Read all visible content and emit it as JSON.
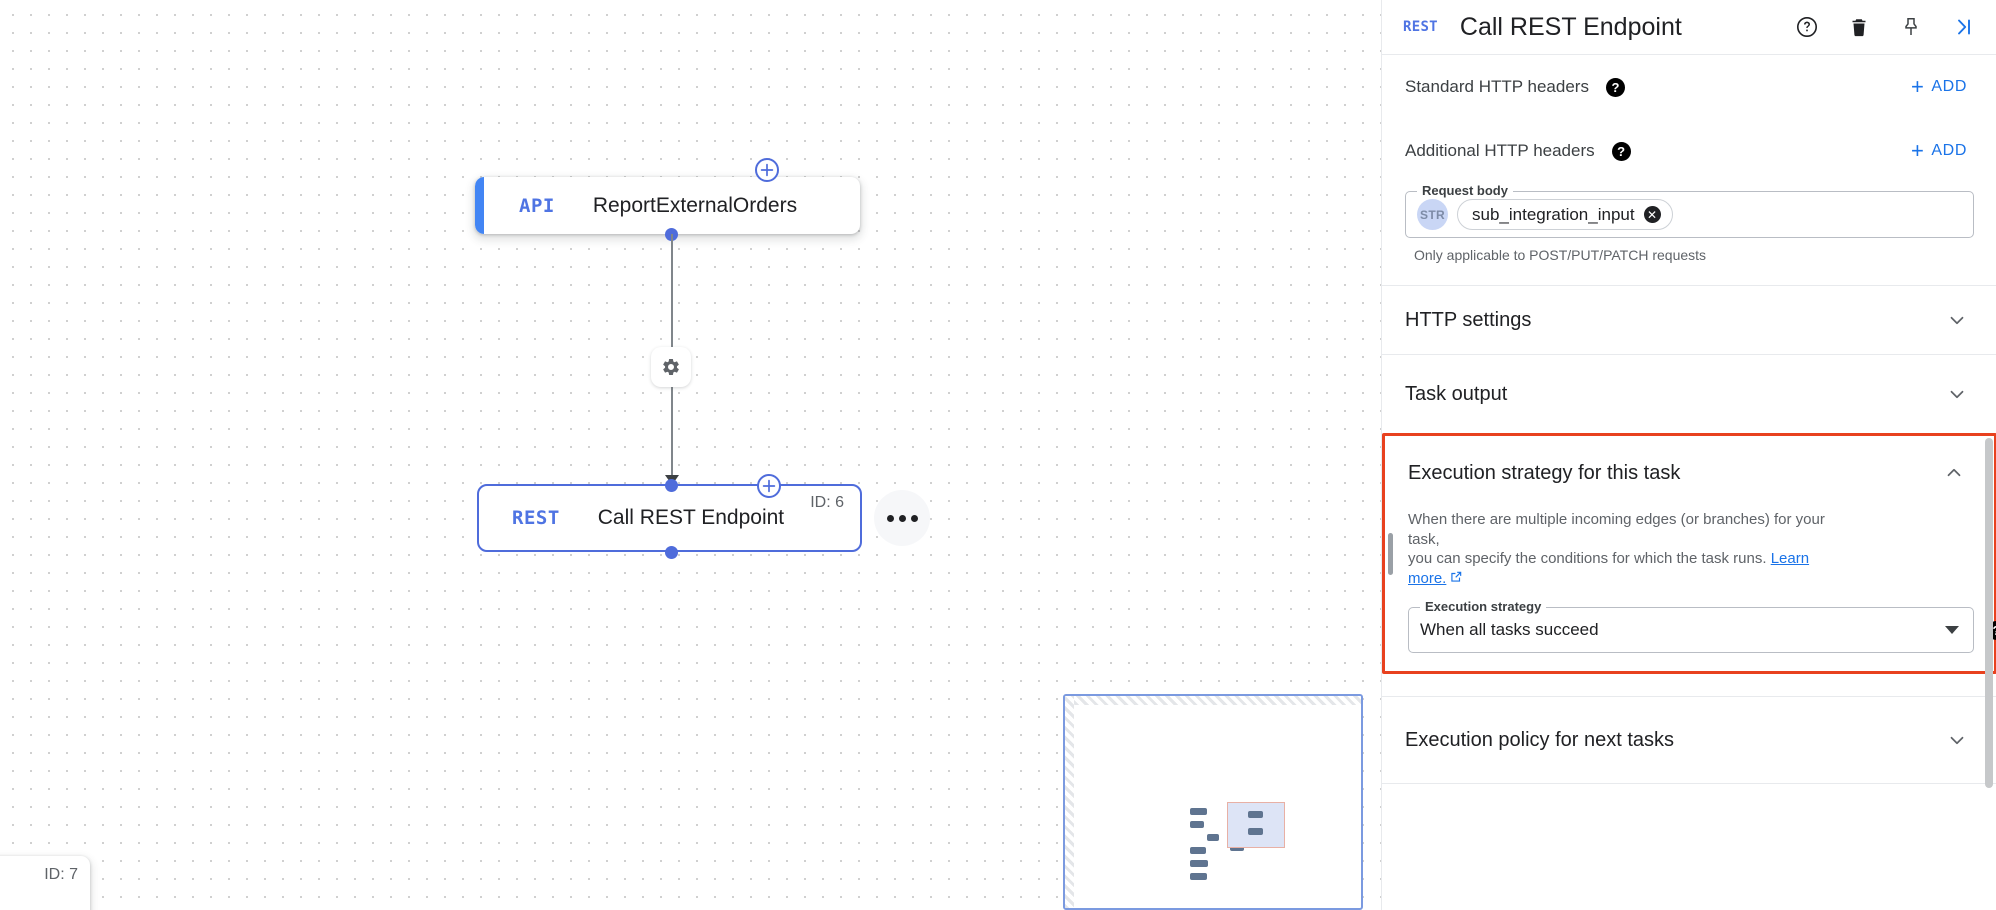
{
  "canvas": {
    "nodes": [
      {
        "type": "API",
        "label": "ReportExternalOrders",
        "id_label": ""
      },
      {
        "type": "REST",
        "label": "Call REST Endpoint",
        "id_label": "ID: 6"
      }
    ],
    "partial_node_id": "ID: 7",
    "gear_icon": "settings-gear-icon",
    "more_icon": "more-horizontal-icon",
    "plus_icon": "add-circle-icon"
  },
  "panel": {
    "header": {
      "type_badge": "REST",
      "title": "Call REST Endpoint",
      "help_icon": "help-circle-icon",
      "delete_icon": "trash-icon",
      "pin_icon": "pin-icon",
      "collapse_icon": "collapse-right-icon"
    },
    "standard_headers": {
      "label": "Standard HTTP headers",
      "help_icon": "help-filled-icon",
      "add_label": "ADD",
      "add_icon": "plus-icon"
    },
    "additional_headers": {
      "label": "Additional HTTP headers",
      "help_icon": "help-filled-icon",
      "add_label": "ADD",
      "add_icon": "plus-icon"
    },
    "request_body": {
      "legend": "Request body",
      "type_badge": "STR",
      "chip_value": "sub_integration_input",
      "chip_remove_icon": "clear-icon",
      "helper": "Only applicable to POST/PUT/PATCH requests"
    },
    "sections": [
      {
        "title": "HTTP settings",
        "expanded": false,
        "chevron": "chevron-down-icon"
      },
      {
        "title": "Task output",
        "expanded": false,
        "chevron": "chevron-down-icon"
      },
      {
        "title": "Execution policy for next tasks",
        "expanded": false,
        "chevron": "chevron-down-icon"
      }
    ],
    "execution_strategy": {
      "title": "Execution strategy for this task",
      "chevron": "chevron-up-icon",
      "description_line1": "When there are multiple incoming edges (or branches) for your task,",
      "description_line2": "you can specify the conditions for which the task runs.",
      "learn_more": "Learn more.",
      "learn_more_icon": "open-in-new-icon",
      "field_legend": "Execution strategy",
      "selected_value": "When all tasks succeed",
      "dropdown_icon": "arrow-drop-down-icon",
      "help_icon": "help-filled-icon",
      "highlight_color": "#e8411f"
    }
  },
  "colors": {
    "accent_blue": "#4285f4",
    "link_blue": "#1a73e8",
    "node_border_blue": "#4f6cdb",
    "highlight_red": "#e8411f",
    "text_primary": "#202124",
    "text_secondary": "#5f6368"
  }
}
